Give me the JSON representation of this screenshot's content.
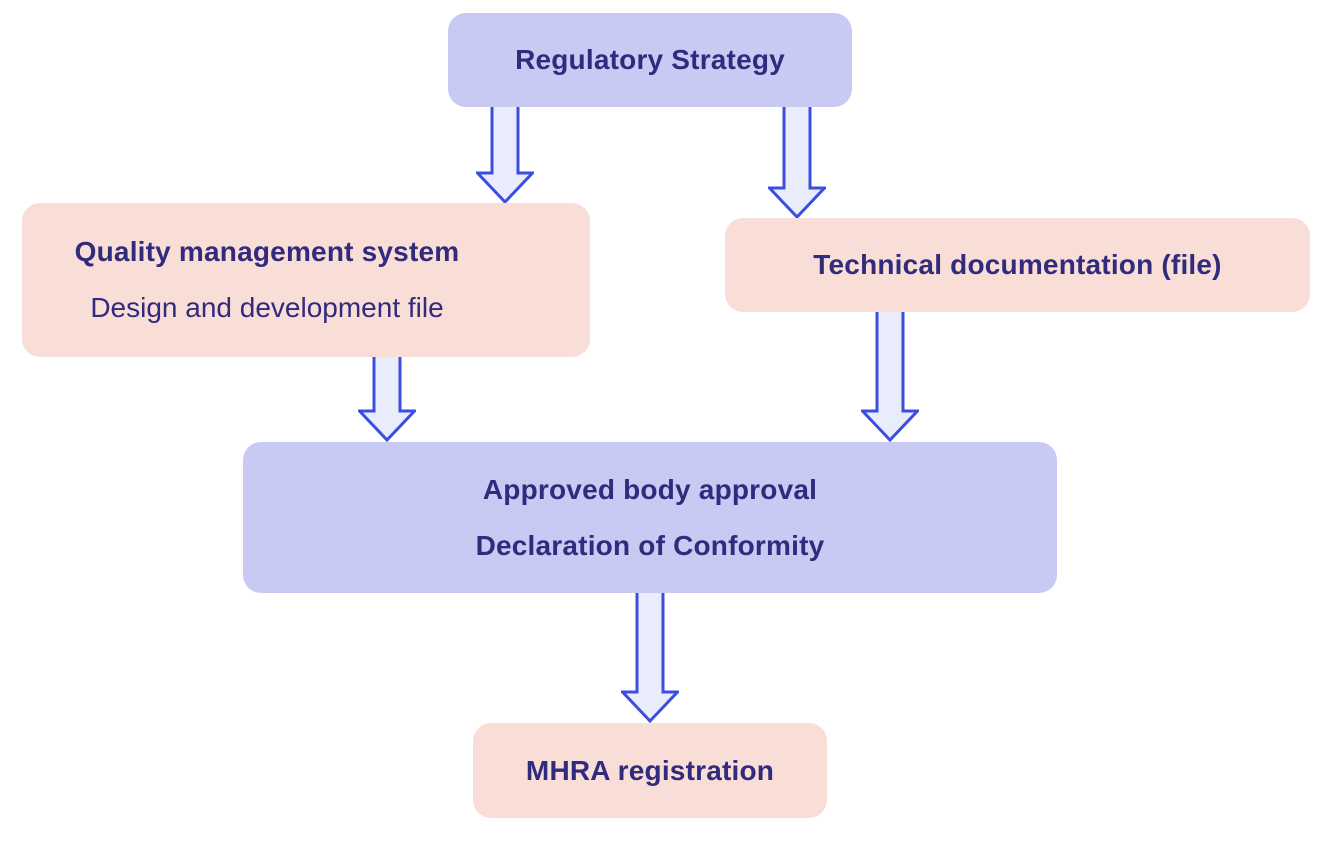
{
  "colors": {
    "background": "#ffffff",
    "lavender_box": "#c8caf4",
    "pink_box": "#f8ded7",
    "text": "#312a7d",
    "arrow_stroke": "#3c4ee0",
    "arrow_fill": "#e9ecfb"
  },
  "flowchart": {
    "nodes": {
      "regulatory_strategy": {
        "label": "Regulatory Strategy",
        "variant": "lavender"
      },
      "quality_management": {
        "label": "Quality management system",
        "sublabel": "Design and development file",
        "variant": "pink"
      },
      "technical_documentation": {
        "label": "Technical documentation (file)",
        "variant": "pink"
      },
      "approved_body": {
        "line1": "Approved body approval",
        "line2": "Declaration of Conformity",
        "variant": "lavender"
      },
      "mhra_registration": {
        "label": "MHRA registration",
        "variant": "pink"
      }
    },
    "arrows": [
      {
        "from": "regulatory_strategy",
        "to": "quality_management"
      },
      {
        "from": "regulatory_strategy",
        "to": "technical_documentation"
      },
      {
        "from": "quality_management",
        "to": "approved_body"
      },
      {
        "from": "technical_documentation",
        "to": "approved_body"
      },
      {
        "from": "approved_body",
        "to": "mhra_registration"
      }
    ]
  }
}
